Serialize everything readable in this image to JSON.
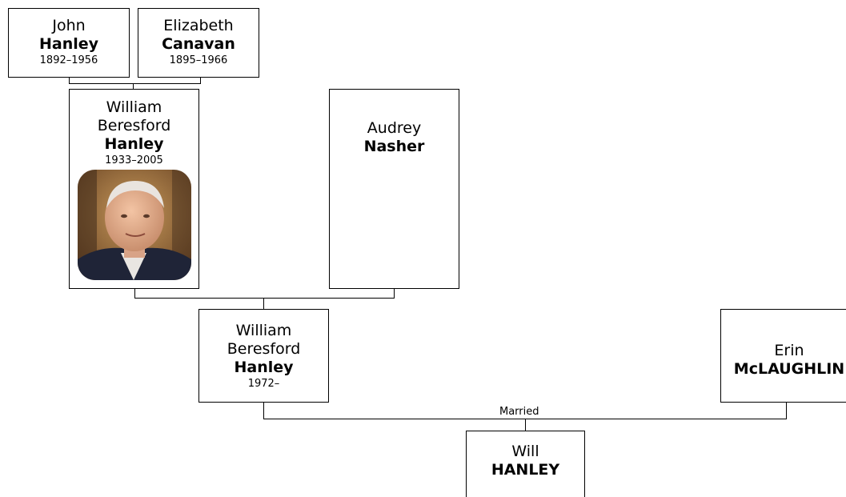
{
  "people": {
    "john_hanley": {
      "given": "John",
      "surname": "Hanley",
      "dates": "1892–1956"
    },
    "elizabeth_canavan": {
      "given": "Elizabeth",
      "surname": "Canavan",
      "dates": "1895–1966"
    },
    "william_sr": {
      "given_1": "William",
      "given_2": "Beresford",
      "surname": "Hanley",
      "dates": "1933–2005"
    },
    "audrey_nasher": {
      "given": "Audrey",
      "surname": "Nasher"
    },
    "william_jr": {
      "given_1": "William",
      "given_2": "Beresford",
      "surname": "Hanley",
      "dates": "1972–"
    },
    "erin_mclaughlin": {
      "given": "Erin",
      "surname": "McLAUGHLIN"
    },
    "will_hanley": {
      "given": "Will",
      "surname": "HANLEY"
    }
  },
  "relationship_label": "Married",
  "colors": {
    "line": "#000000",
    "box_border": "#000000",
    "background": "#ffffff"
  },
  "photo": {
    "subject": "portrait of William Beresford Hanley (1933–2005)"
  }
}
